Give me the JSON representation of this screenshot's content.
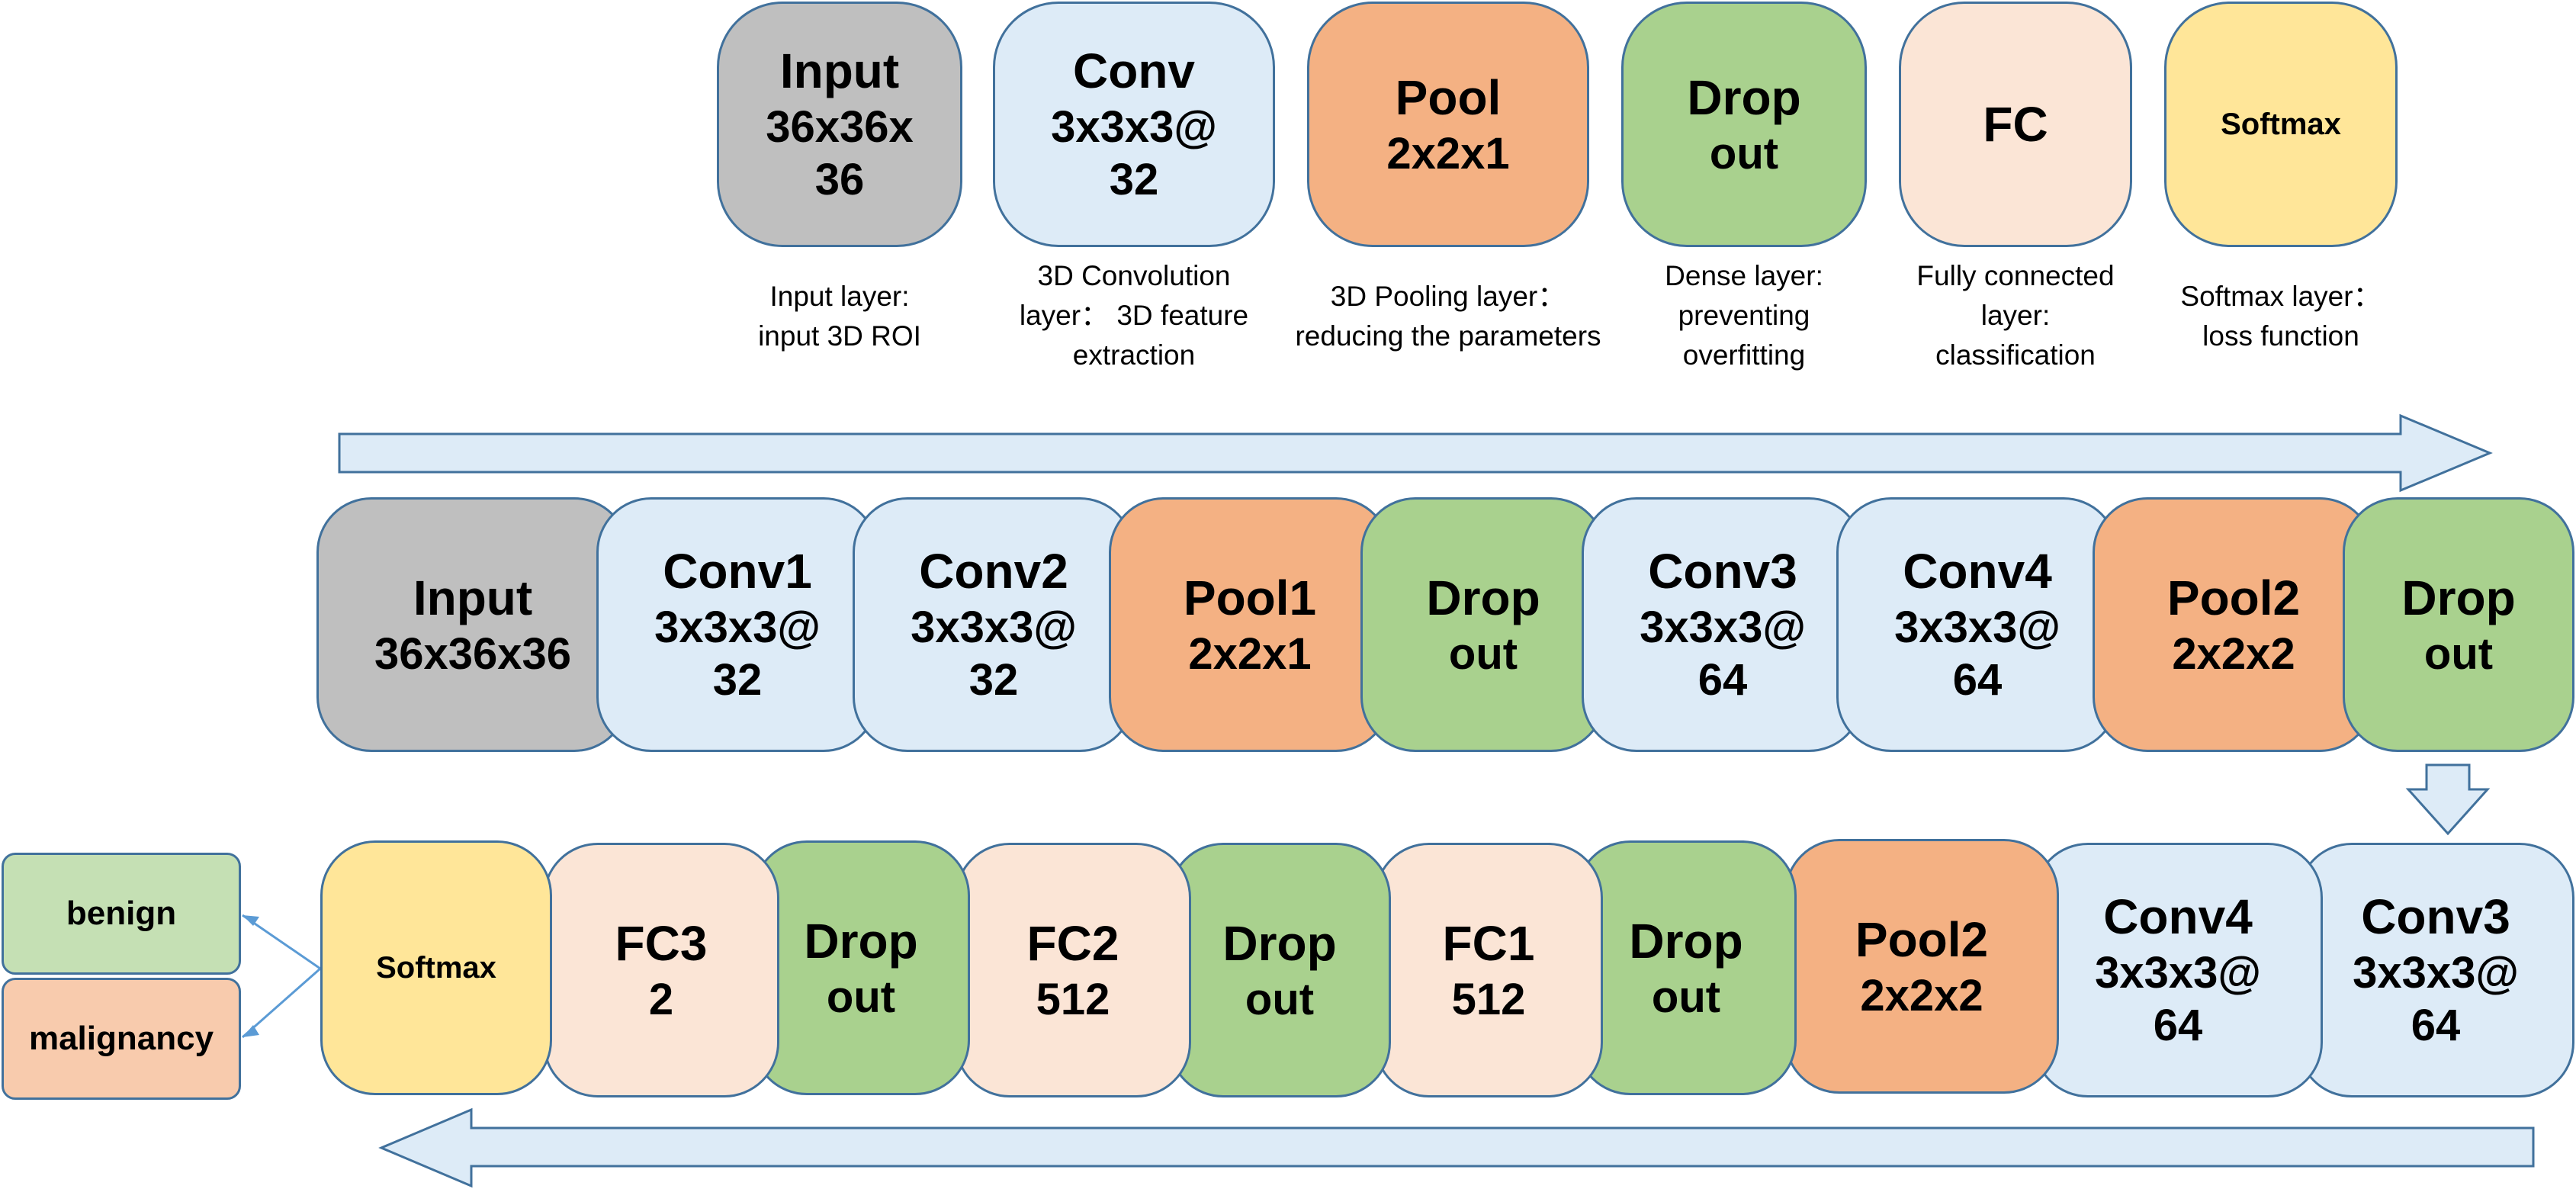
{
  "legend": [
    {
      "lines": [
        "Input",
        "36x36x",
        "36"
      ],
      "desc": [
        "Input layer:",
        "input 3D ROI"
      ],
      "color": "#bfbfbf"
    },
    {
      "lines": [
        "Conv",
        "3x3x3@",
        "32"
      ],
      "desc": [
        "3D Convolution",
        "layer： 3D feature",
        "extraction"
      ],
      "color": "#ddebf7"
    },
    {
      "lines": [
        "Pool",
        "2x2x1"
      ],
      "desc": [
        "3D Pooling layer：",
        "reducing the parameters"
      ],
      "color": "#f4b183"
    },
    {
      "lines": [
        "Drop",
        "out"
      ],
      "desc": [
        "Dense layer:",
        "preventing",
        "overfitting"
      ],
      "color": "#a9d18e"
    },
    {
      "lines": [
        "FC"
      ],
      "desc": [
        "Fully connected",
        "layer:",
        "classification"
      ],
      "color": "#fbe5d6"
    },
    {
      "lines": [
        "Softmax"
      ],
      "desc": [
        "Softmax layer：",
        "loss function"
      ],
      "color": "#ffe699"
    }
  ],
  "row1": [
    {
      "lines": [
        "Input",
        "36x36x36"
      ]
    },
    {
      "lines": [
        "Conv1",
        "3x3x3@",
        "32"
      ]
    },
    {
      "lines": [
        "Conv2",
        "3x3x3@",
        "32"
      ]
    },
    {
      "lines": [
        "Pool1",
        "2x2x1"
      ]
    },
    {
      "lines": [
        "Drop",
        "out"
      ]
    },
    {
      "lines": [
        "Conv3",
        "3x3x3@",
        "64"
      ]
    },
    {
      "lines": [
        "Conv4",
        "3x3x3@",
        "64"
      ]
    },
    {
      "lines": [
        "Pool2",
        "2x2x2"
      ]
    },
    {
      "lines": [
        "Drop",
        "out"
      ]
    }
  ],
  "row2": [
    {
      "lines": [
        "Softmax"
      ]
    },
    {
      "lines": [
        "FC3",
        "2"
      ]
    },
    {
      "lines": [
        "Drop",
        "out"
      ]
    },
    {
      "lines": [
        "FC2",
        "512"
      ]
    },
    {
      "lines": [
        "Drop",
        "out"
      ]
    },
    {
      "lines": [
        "FC1",
        "512"
      ]
    },
    {
      "lines": [
        "Drop",
        "out"
      ]
    },
    {
      "lines": [
        "Pool2",
        "2x2x2"
      ]
    },
    {
      "lines": [
        "Conv4",
        "3x3x3@",
        "64"
      ]
    },
    {
      "lines": [
        "Conv3",
        "3x3x3@",
        "64"
      ]
    }
  ],
  "outputs": {
    "benign": "benign",
    "malignancy": "malignancy"
  },
  "colors": {
    "input": "#bfbfbf",
    "conv": "#ddebf7",
    "pool": "#f4b183",
    "drop": "#a9d18e",
    "fc": "#fbe5d6",
    "softmax": "#ffe699",
    "border": "#41719c",
    "benign": "#c5e0b4",
    "malignancy": "#f8cbad"
  }
}
